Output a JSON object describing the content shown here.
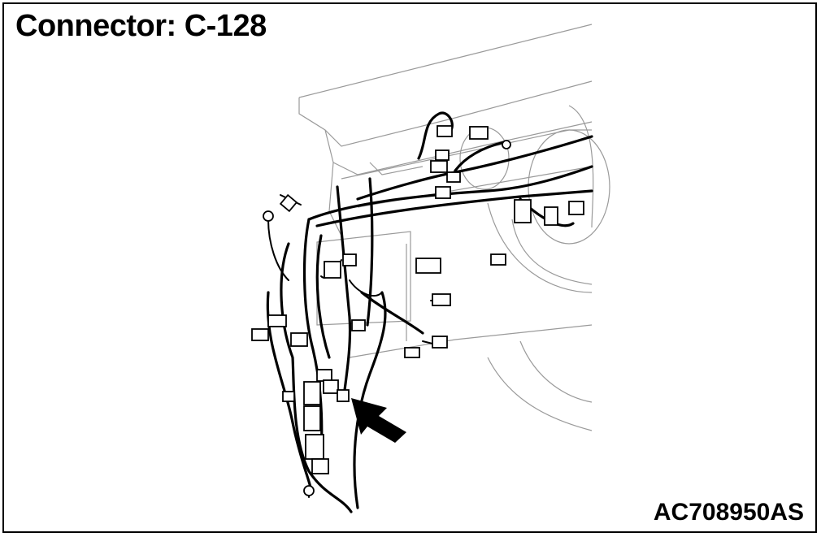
{
  "title": "Connector: C-128",
  "figure_id": "AC708950AS",
  "colors": {
    "line": "#000000",
    "ghost_outline": "#9a9a9a",
    "background": "#ffffff"
  },
  "callout": {
    "type": "arrow",
    "points_to": "connector C-128"
  }
}
